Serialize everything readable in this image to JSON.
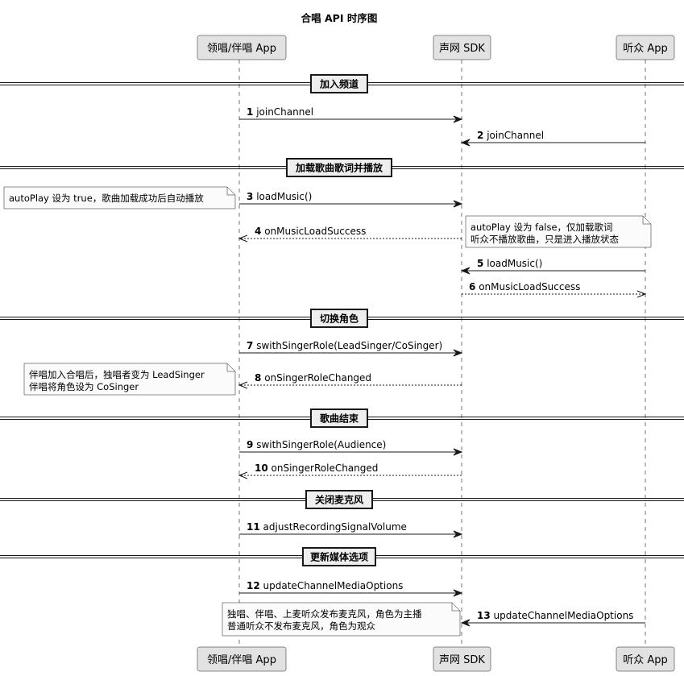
{
  "title": "合唱 API 时序图",
  "participants": [
    {
      "id": "lead",
      "label": "领唱/伴唱 App"
    },
    {
      "id": "sdk",
      "label": "声网 SDK"
    },
    {
      "id": "aud",
      "label": "听众 App"
    }
  ],
  "dividers": [
    "加入频道",
    "加载歌曲歌词并播放",
    "切换角色",
    "歌曲结束",
    "关闭麦克风",
    "更新媒体选项"
  ],
  "messages": [
    {
      "num": "1",
      "text": "joinChannel",
      "from": "lead",
      "to": "sdk",
      "style": "sync"
    },
    {
      "num": "2",
      "text": "joinChannel",
      "from": "aud",
      "to": "sdk",
      "style": "sync"
    },
    {
      "num": "3",
      "text": "loadMusic()",
      "from": "lead",
      "to": "sdk",
      "style": "sync"
    },
    {
      "num": "4",
      "text": "onMusicLoadSuccess",
      "from": "sdk",
      "to": "lead",
      "style": "return"
    },
    {
      "num": "5",
      "text": "loadMusic()",
      "from": "aud",
      "to": "sdk",
      "style": "sync"
    },
    {
      "num": "6",
      "text": "onMusicLoadSuccess",
      "from": "sdk",
      "to": "aud",
      "style": "return"
    },
    {
      "num": "7",
      "text": "swithSingerRole(LeadSinger/CoSinger)",
      "from": "lead",
      "to": "sdk",
      "style": "sync"
    },
    {
      "num": "8",
      "text": "onSingerRoleChanged",
      "from": "sdk",
      "to": "lead",
      "style": "return"
    },
    {
      "num": "9",
      "text": "swithSingerRole(Audience)",
      "from": "lead",
      "to": "sdk",
      "style": "sync"
    },
    {
      "num": "10",
      "text": "onSingerRoleChanged",
      "from": "sdk",
      "to": "lead",
      "style": "return"
    },
    {
      "num": "11",
      "text": "adjustRecordingSignalVolume",
      "from": "lead",
      "to": "sdk",
      "style": "sync"
    },
    {
      "num": "12",
      "text": "updateChannelMediaOptions",
      "from": "lead",
      "to": "sdk",
      "style": "sync"
    },
    {
      "num": "13",
      "text": "updateChannelMediaOptions",
      "from": "aud",
      "to": "sdk",
      "style": "sync"
    }
  ],
  "notes": [
    {
      "lines": [
        "autoPlay 设为 true，歌曲加载成功后自动播放"
      ]
    },
    {
      "lines": [
        "autoPlay 设为 false，仅加载歌词",
        "听众不播放歌曲，只是进入播放状态"
      ]
    },
    {
      "lines": [
        "伴唱加入合唱后，独唱者变为 LeadSinger",
        "伴唱将角色设为 CoSinger"
      ]
    },
    {
      "lines": [
        "独唱、伴唱、上麦听众发布麦克风，角色为主播",
        "普通听众不发布麦克风，角色为观众"
      ]
    }
  ],
  "colors": {
    "participant_fill": "#e2e2e2",
    "divider_fill": "#eeeeee",
    "note_fill": "#fbfbfb",
    "line": "#181818"
  }
}
